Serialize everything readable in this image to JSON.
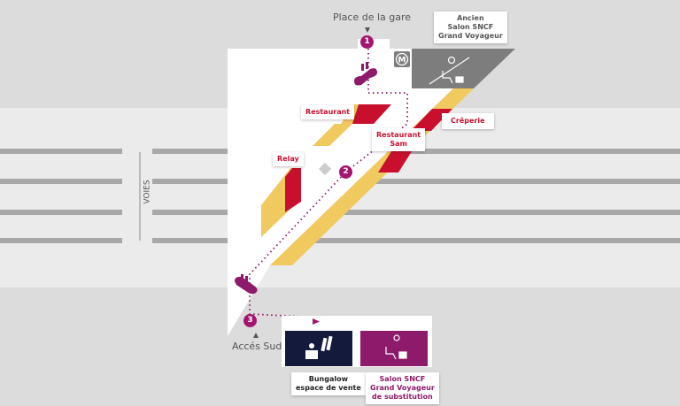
{
  "entrances": {
    "north": "Place de la gare",
    "south": "Accés Sud"
  },
  "tracks_label": "VOIES",
  "steps": [
    "1",
    "2",
    "3"
  ],
  "shops": {
    "restaurant": "Restaurant",
    "restaurant_sam": [
      "Restaurant",
      "Sam"
    ],
    "relay": "Relay",
    "creperie": "Crêperie",
    "old_lounge": [
      "Ancien",
      "Salon SNCF",
      "Grand Voyageur"
    ],
    "bungalow": [
      "Bungalow",
      "espace de vente"
    ],
    "new_lounge": [
      "Salon SNCF",
      "Grand Voyageur",
      "de substitution"
    ]
  },
  "metro_symbol": "M",
  "colors": {
    "purple": "#a3156f",
    "red": "#c8102e",
    "yellow": "#f0c95f",
    "navy": "#141a3c",
    "grey": "#7d7d7d"
  }
}
